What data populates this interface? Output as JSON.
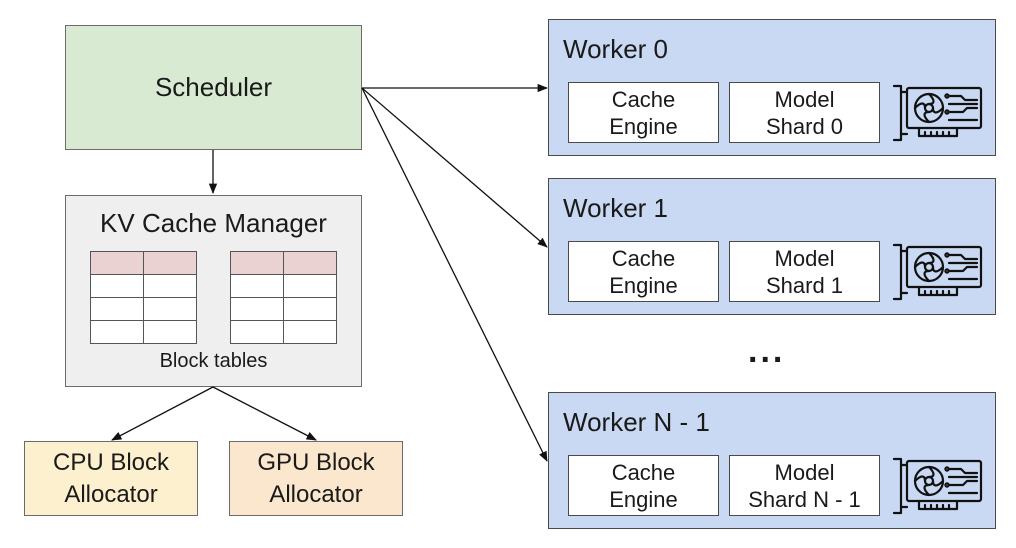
{
  "scheduler": {
    "label": "Scheduler"
  },
  "kv_manager": {
    "title": "KV Cache Manager",
    "caption": "Block tables"
  },
  "allocators": {
    "cpu": {
      "line1": "CPU Block",
      "line2": "Allocator"
    },
    "gpu": {
      "line1": "GPU Block",
      "line2": "Allocator"
    }
  },
  "workers": [
    {
      "title": "Worker 0",
      "cache_line1": "Cache",
      "cache_line2": "Engine",
      "shard_line1": "Model",
      "shard_line2": "Shard 0"
    },
    {
      "title": "Worker 1",
      "cache_line1": "Cache",
      "cache_line2": "Engine",
      "shard_line1": "Model",
      "shard_line2": "Shard 1"
    },
    {
      "title": "Worker N - 1",
      "cache_line1": "Cache",
      "cache_line2": "Engine",
      "shard_line1": "Model",
      "shard_line2": "Shard N - 1"
    }
  ],
  "ellipsis": "...",
  "icons": {
    "worker_device": "gpu-card-icon"
  },
  "colors": {
    "scheduler_fill": "#d9ead3",
    "kv_fill": "#efefef",
    "table_header_fill": "#ead1d2",
    "cpu_alloc_fill": "#fdf0cf",
    "gpu_alloc_fill": "#fbe7ce",
    "worker_fill": "#c9d9f3"
  }
}
